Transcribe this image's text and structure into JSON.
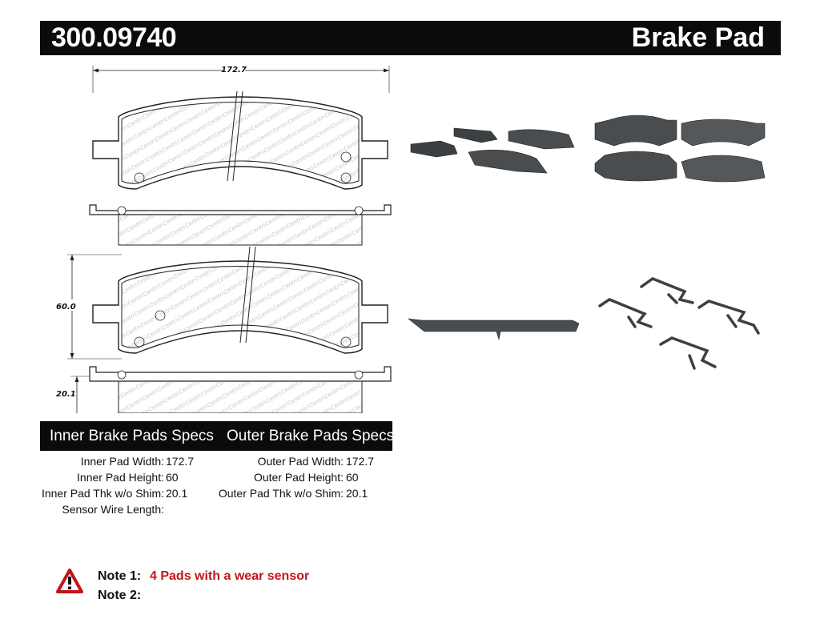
{
  "header": {
    "part_number": "300.09740",
    "product_type": "Brake Pad"
  },
  "drawing": {
    "width_dim": "172.7",
    "height_dim": "60.0",
    "thickness_dim": "20.1"
  },
  "specs": {
    "inner_heading": "Inner Brake Pads Specs",
    "outer_heading": "Outer Brake Pads Specs",
    "inner": [
      {
        "label": "Inner Pad Width:",
        "value": "172.7"
      },
      {
        "label": "Inner Pad Height:",
        "value": "60"
      },
      {
        "label": "Inner Pad Thk w/o Shim:",
        "value": "20.1"
      },
      {
        "label": "Sensor Wire Length:",
        "value": ""
      }
    ],
    "outer": [
      {
        "label": "Outer Pad Width:",
        "value": "172.7"
      },
      {
        "label": "Outer Pad Height:",
        "value": "60"
      },
      {
        "label": "Outer Pad Thk w/o Shim:",
        "value": "20.1"
      }
    ]
  },
  "notes": [
    {
      "label": "Note 1:",
      "text": "4 Pads with a wear sensor"
    },
    {
      "label": "Note 2:",
      "text": ""
    }
  ],
  "colors": {
    "header_bg": "#0b0b0b",
    "header_text": "#ffffff",
    "warning_red": "#c0161b",
    "pad_gray": "#4a4d50"
  },
  "icons": [
    "warning-icon"
  ]
}
